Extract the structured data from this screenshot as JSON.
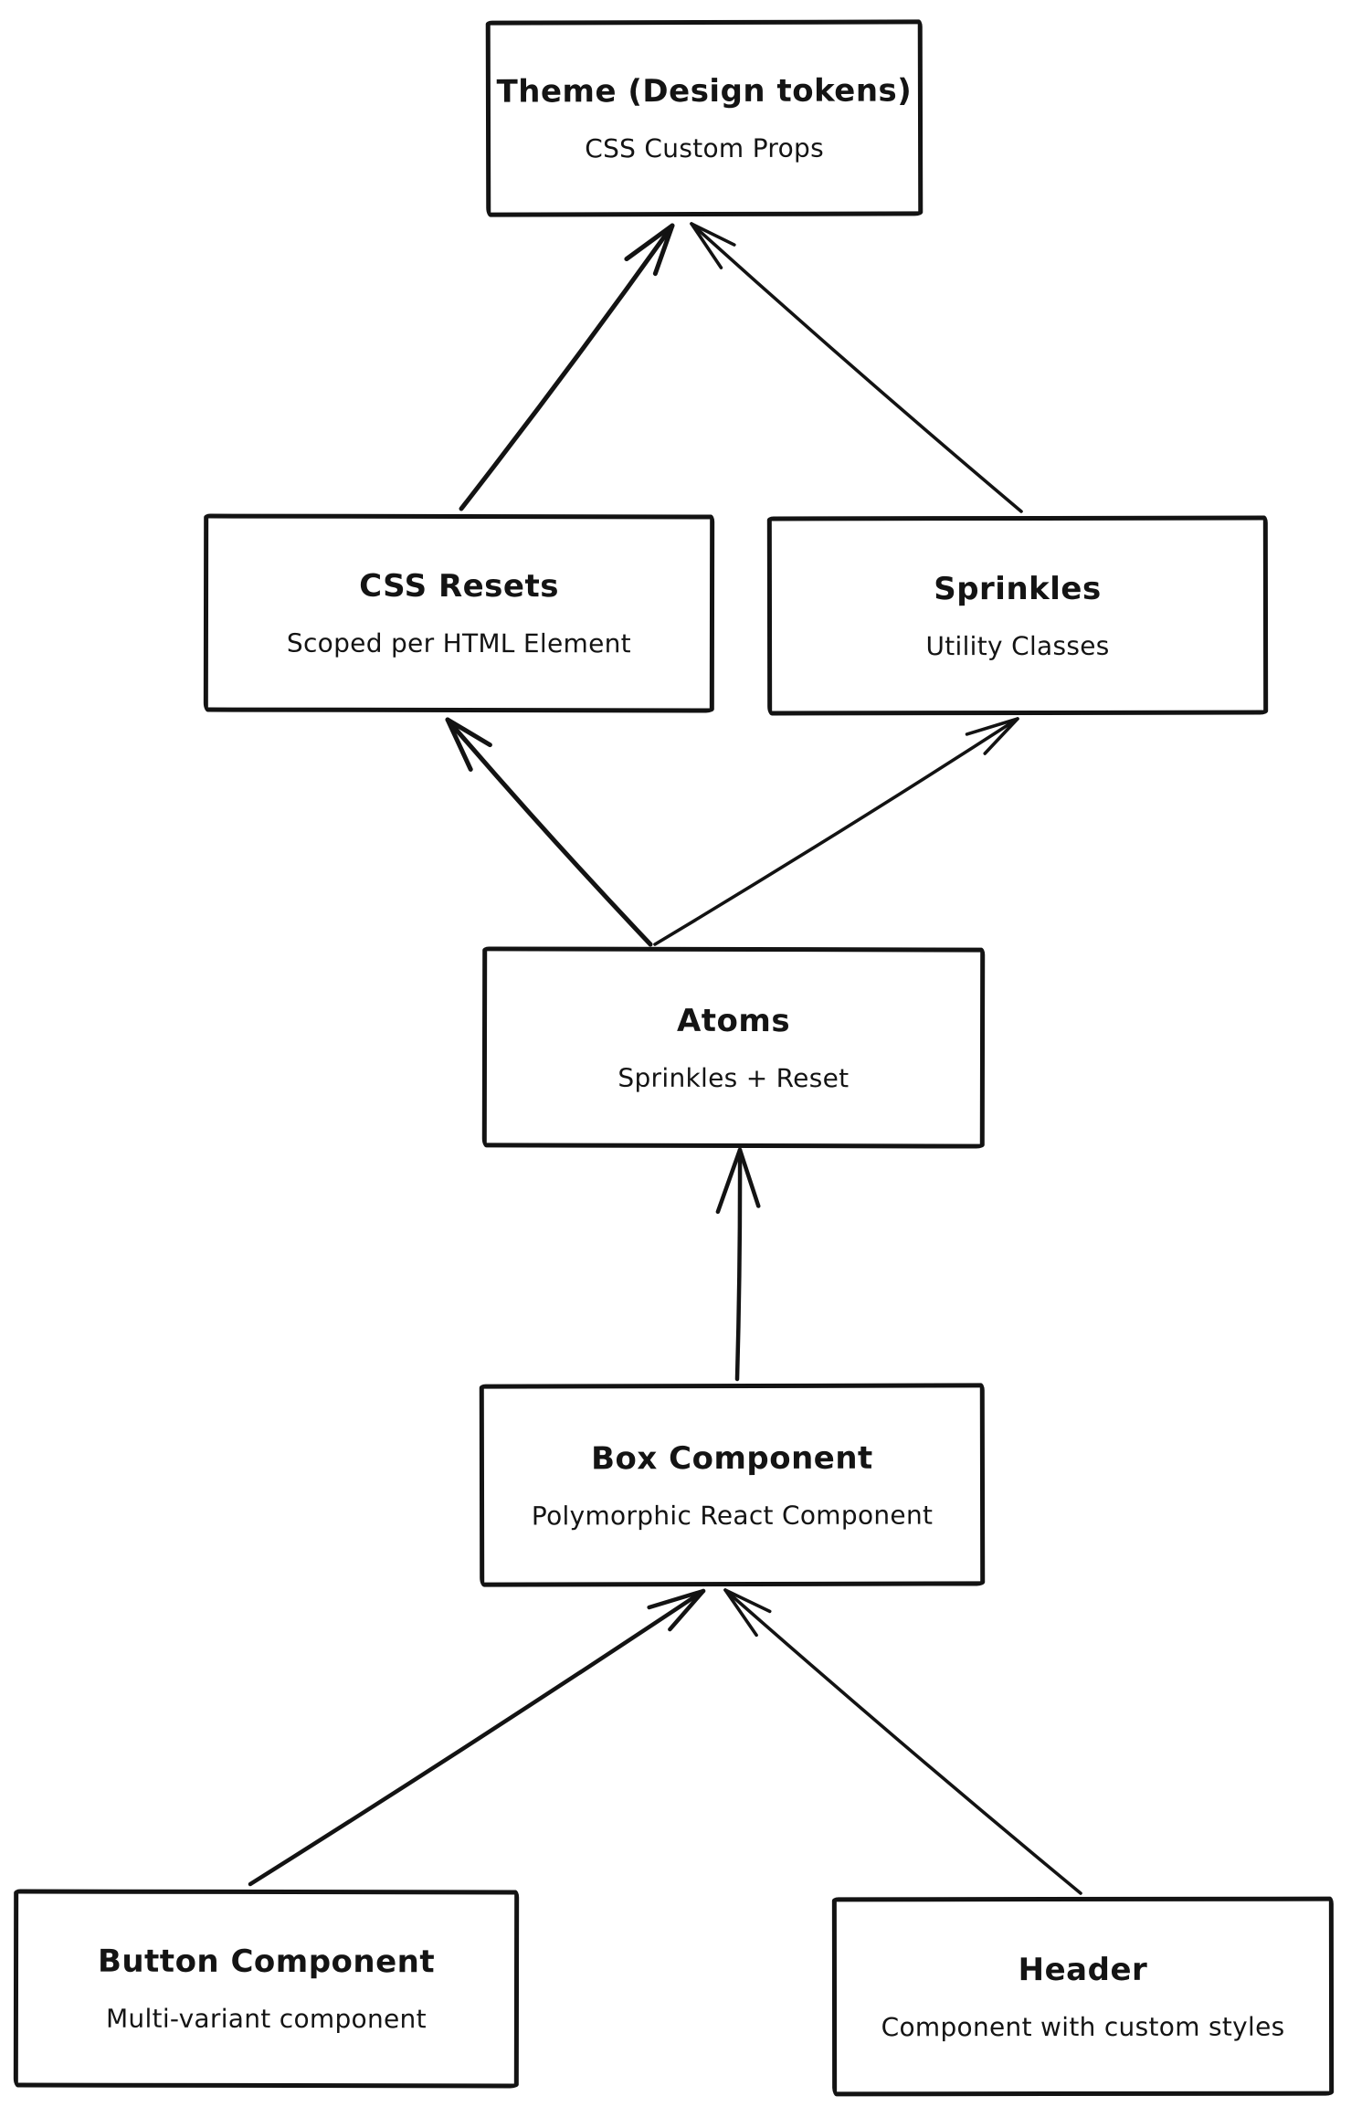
{
  "diagram": {
    "colors": {
      "stroke": "#131313",
      "background": "#ffffff"
    },
    "nodes": {
      "theme": {
        "title": "Theme (Design tokens)",
        "subtitle": "CSS Custom Props"
      },
      "css_resets": {
        "title": "CSS Resets",
        "subtitle": "Scoped per HTML Element"
      },
      "sprinkles": {
        "title": "Sprinkles",
        "subtitle": "Utility Classes"
      },
      "atoms": {
        "title": "Atoms",
        "subtitle": "Sprinkles + Reset"
      },
      "box_component": {
        "title": "Box Component",
        "subtitle": "Polymorphic React Component"
      },
      "button_component": {
        "title": "Button Component",
        "subtitle": "Multi-variant component"
      },
      "header": {
        "title": "Header",
        "subtitle": "Component with custom styles"
      }
    },
    "edges": [
      {
        "from": "css_resets",
        "to": "theme"
      },
      {
        "from": "sprinkles",
        "to": "theme"
      },
      {
        "from": "atoms",
        "to": "css_resets"
      },
      {
        "from": "atoms",
        "to": "sprinkles"
      },
      {
        "from": "box_component",
        "to": "atoms"
      },
      {
        "from": "button_component",
        "to": "box_component"
      },
      {
        "from": "header",
        "to": "box_component"
      }
    ]
  }
}
